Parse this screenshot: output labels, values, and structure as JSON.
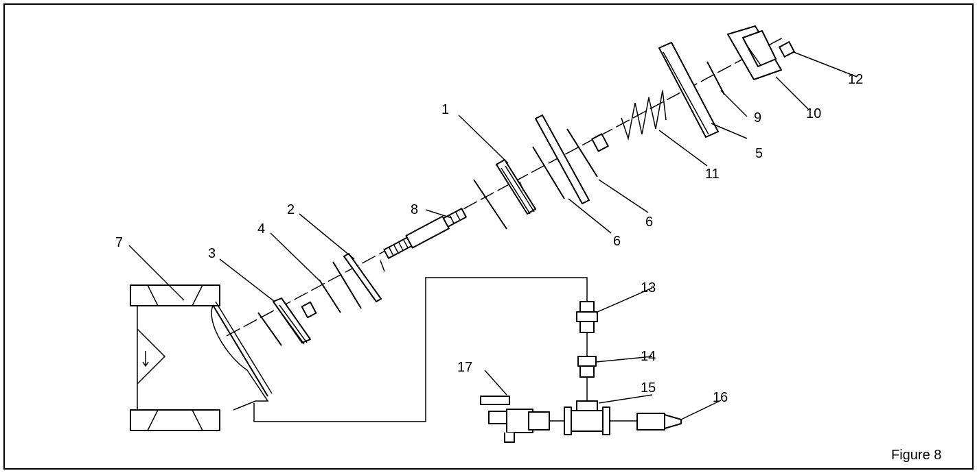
{
  "figure": {
    "caption": "Figure 8",
    "callouts": [
      "1",
      "2",
      "3",
      "4",
      "5",
      "6",
      "6",
      "7",
      "8",
      "9",
      "10",
      "11",
      "12",
      "13",
      "14",
      "15",
      "16",
      "17"
    ]
  }
}
